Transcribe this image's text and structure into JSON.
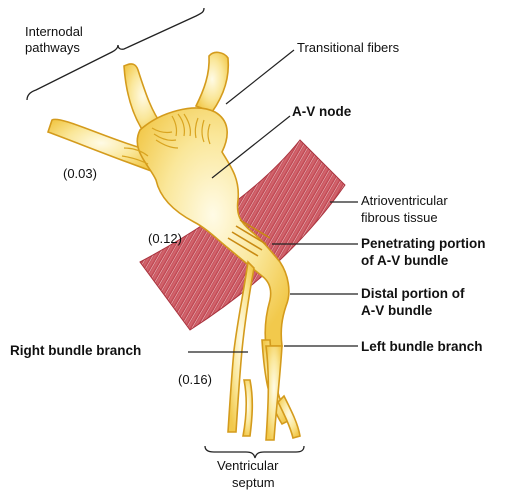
{
  "labels": {
    "internodal_line1": "Internodal",
    "internodal_line2": "pathways",
    "transitional": "Transitional fibers",
    "av_node": "A-V node",
    "atrioventricular_line1": "Atrioventricular",
    "atrioventricular_line2": "fibrous tissue",
    "penetrating_line1": "Penetrating portion",
    "penetrating_line2": "of A-V bundle",
    "distal_line1": "Distal portion of",
    "distal_line2": "A-V bundle",
    "right_bundle": "Right bundle branch",
    "left_bundle": "Left bundle branch",
    "ventricular_line1": "Ventricular",
    "ventricular_line2": "septum"
  },
  "timings": {
    "t1": "(0.03)",
    "t2": "(0.12)",
    "t3": "(0.16)"
  },
  "colors": {
    "conduction_fill": "#f6d86a",
    "conduction_outline": "#d9a420",
    "fibrous_tissue": "#c8505a",
    "fibrous_stripe": "#efb7bb",
    "leader_line": "#222222"
  }
}
